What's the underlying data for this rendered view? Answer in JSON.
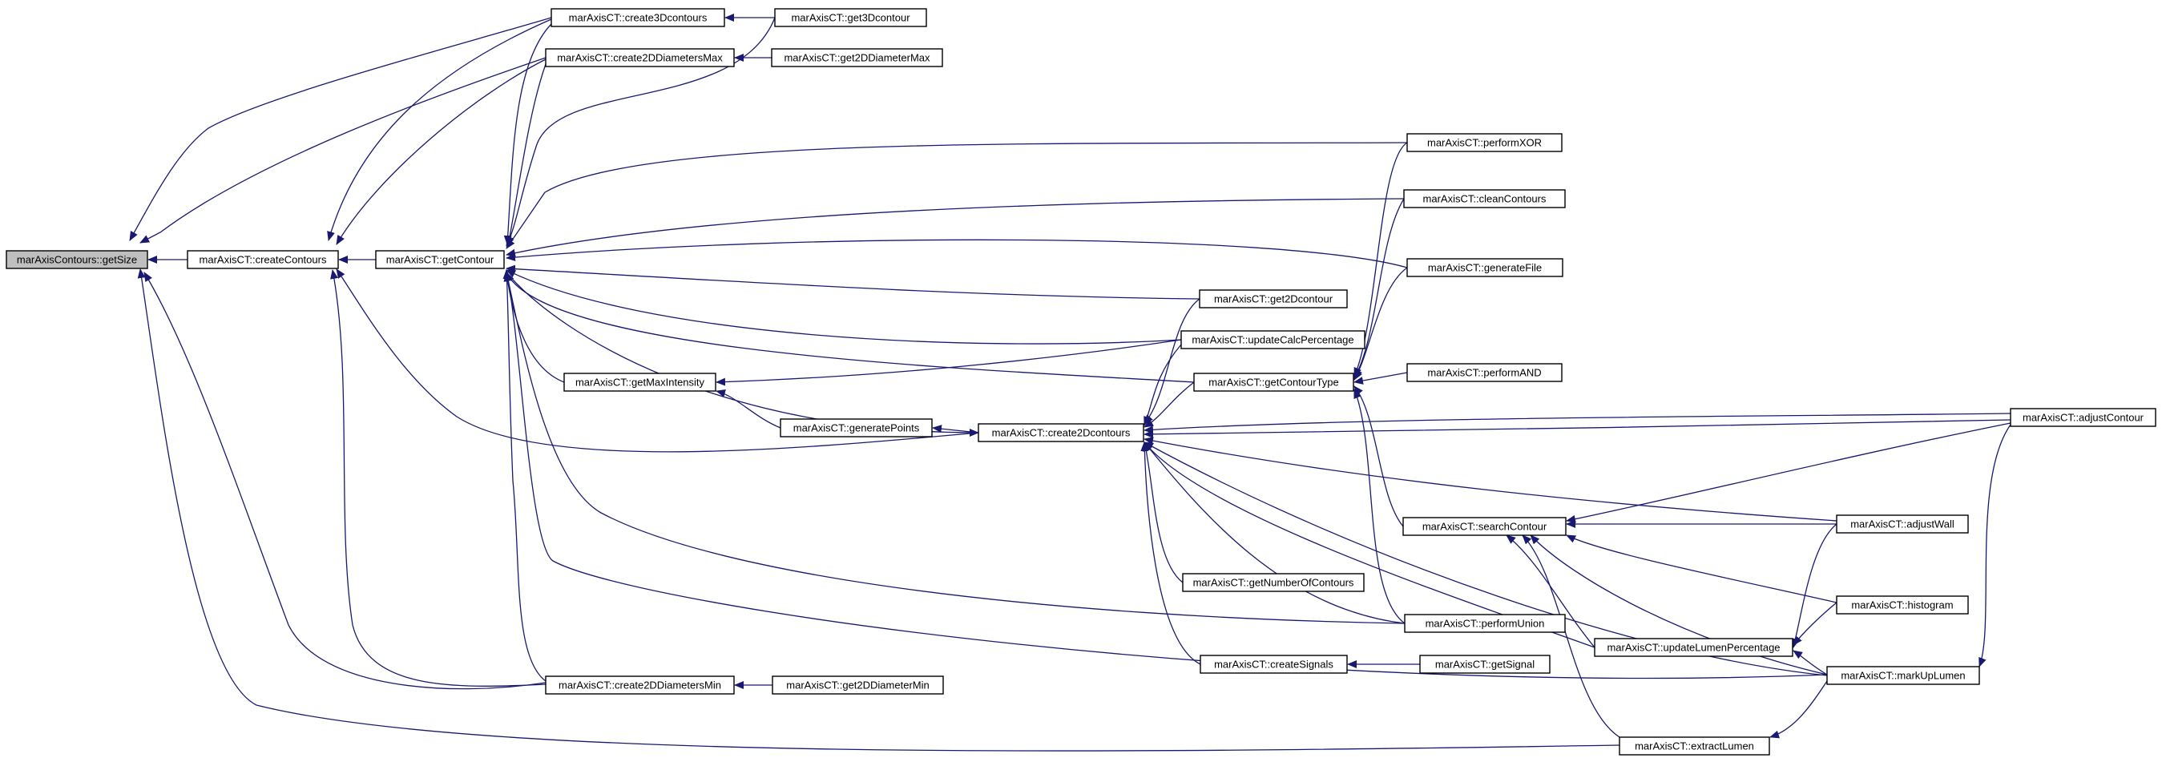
{
  "colors": {
    "edge": "#191970",
    "root_fill": "#bfbfbf",
    "node_fill": "#ffffff",
    "node_border": "#000000"
  },
  "nodes": {
    "getSize": "marAxisContours::getSize",
    "createContours": "marAxisCT::createContours",
    "getContour": "marAxisCT::getContour",
    "create3Dcontours": "marAxisCT::create3Dcontours",
    "get3Dcontour": "marAxisCT::get3Dcontour",
    "create2DDiametersMax": "marAxisCT::create2DDiametersMax",
    "get2DDiameterMax": "marAxisCT::get2DDiameterMax",
    "create2DDiametersMin": "marAxisCT::create2DDiametersMin",
    "get2DDiameterMin": "marAxisCT::get2DDiameterMin",
    "getMaxIntensity": "marAxisCT::getMaxIntensity",
    "generatePoints": "marAxisCT::generatePoints",
    "create2Dcontours": "marAxisCT::create2Dcontours",
    "get2Dcontour": "marAxisCT::get2Dcontour",
    "updateCalcPercentage": "marAxisCT::updateCalcPercentage",
    "getContourType": "marAxisCT::getContourType",
    "getNumberOfContours": "marAxisCT::getNumberOfContours",
    "createSignals": "marAxisCT::createSignals",
    "getSignal": "marAxisCT::getSignal",
    "performXOR": "marAxisCT::performXOR",
    "cleanContours": "marAxisCT::cleanContours",
    "generateFile": "marAxisCT::generateFile",
    "performAND": "marAxisCT::performAND",
    "searchContour": "marAxisCT::searchContour",
    "performUnion": "marAxisCT::performUnion",
    "updateLumenPercentage": "marAxisCT::updateLumenPercentage",
    "extractLumen": "marAxisCT::extractLumen",
    "adjustContour": "marAxisCT::adjustContour",
    "adjustWall": "marAxisCT::adjustWall",
    "histogram": "marAxisCT::histogram",
    "markUpLumen": "marAxisCT::markUpLumen"
  }
}
